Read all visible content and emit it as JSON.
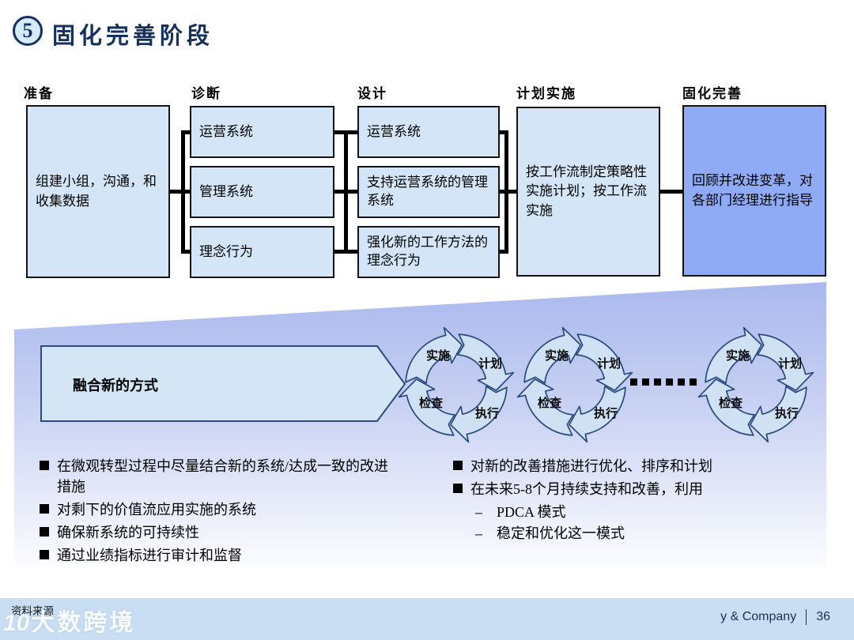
{
  "title": {
    "number": "5",
    "text": "固化完善阶段"
  },
  "columns": [
    {
      "header": "准备",
      "boxes": [
        "组建小组，沟通，和收集数据"
      ]
    },
    {
      "header": "诊断",
      "boxes": [
        "运营系统",
        "管理系统",
        "理念行为"
      ]
    },
    {
      "header": "设计",
      "boxes": [
        "运营系统",
        "支持运营系统的管理系统",
        "强化新的工作方法的理念行为"
      ]
    },
    {
      "header": "计划实施",
      "boxes": [
        "按工作流制定策略性实施计划；按工作流实施"
      ]
    },
    {
      "header": "固化完善",
      "boxes": [
        "回顾并改进变革，对各部门经理进行指导"
      ]
    }
  ],
  "banner": {
    "label": "融合新的方式"
  },
  "pdca": {
    "act": "实施",
    "plan": "计划",
    "check": "检查",
    "do": "执行"
  },
  "bullets_left": [
    "在微观转型过程中尽量结合新的系统/达成一致的改进措施",
    "对剩下的价值流应用实施的系统",
    "确保新系统的可持续性",
    "通过业绩指标进行审计和监督"
  ],
  "bullets_right": {
    "items": [
      "对新的改善措施进行优化、排序和计划",
      "在未来5-8个月持续支持和改善，利用"
    ],
    "sub_marker": "–",
    "sub_items": [
      "PDCA 模式",
      "稳定和优化这一模式"
    ]
  },
  "footer": {
    "source": "资料来源",
    "watermark_logo": "10",
    "watermark": "大数跨境",
    "company": "y & Company",
    "page": "36"
  },
  "colors": {
    "navy": "#14305e",
    "box_fill": "#d3e5f6",
    "highlight_box_fill": "#90abf5",
    "footer_bar": "#c9def3",
    "pdca_stroke": "#2a4a7e",
    "trapezoid_top": "#a9b8ee"
  }
}
